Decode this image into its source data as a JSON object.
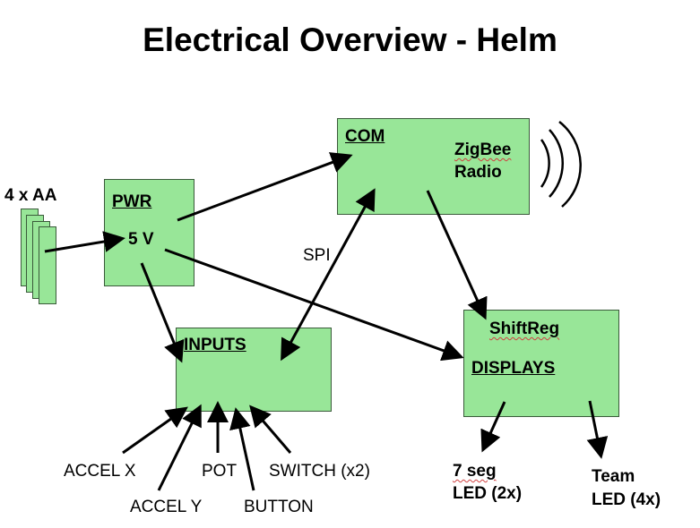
{
  "title": "Electrical Overview - Helm",
  "battery": {
    "label": "4 x AA"
  },
  "blocks": {
    "pwr": {
      "title": "PWR",
      "sub": "5 V"
    },
    "com": {
      "title": "COM",
      "radio_line1": "ZigBee",
      "radio_line2": "Radio"
    },
    "inputs": {
      "title": "INPUTS"
    },
    "displays": {
      "title": "DISPLAYS",
      "sub": "ShiftReg"
    }
  },
  "bus_label": "SPI",
  "inputs": [
    "ACCEL X",
    "ACCEL Y",
    "POT",
    "BUTTON",
    "SWITCH (x2)"
  ],
  "outputs": {
    "seg": {
      "line1": "7 seg",
      "line2": "LED (2x)"
    },
    "team": {
      "line1": "Team",
      "line2": "LED (4x)"
    }
  },
  "colors": {
    "block_fill": "#98e698",
    "block_border": "#3a5a3a",
    "arrow": "#000000"
  }
}
